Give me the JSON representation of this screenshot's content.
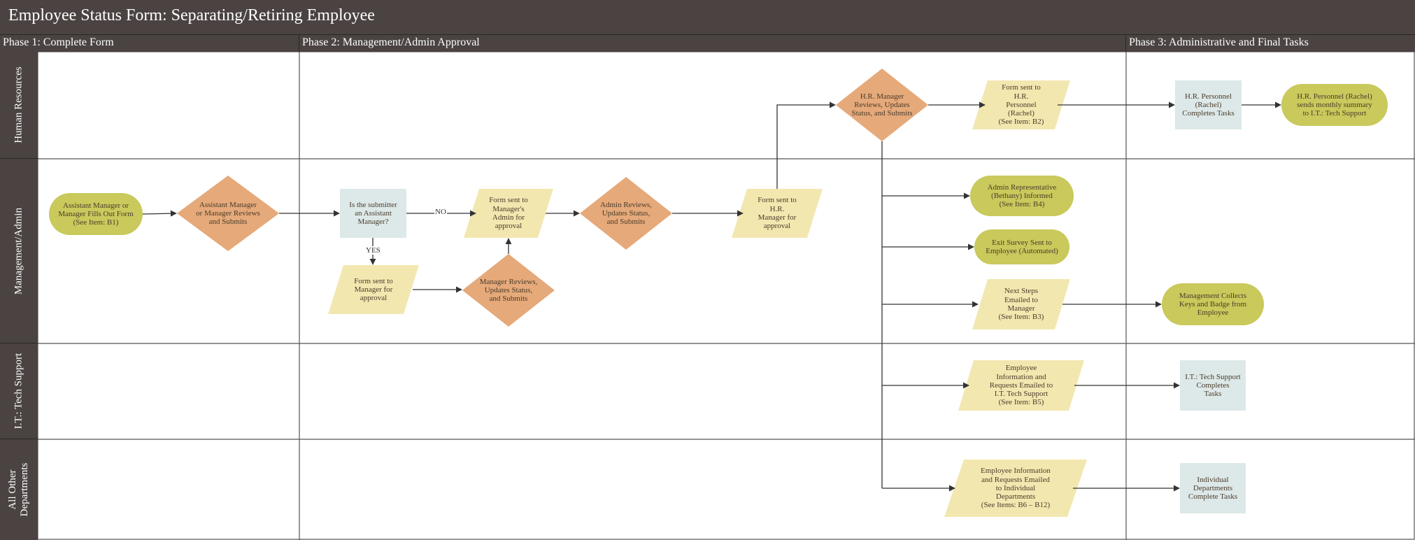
{
  "title": "Employee Status Form: Separating/Retiring Employee",
  "phases": [
    {
      "label": "Phase 1: Complete Form"
    },
    {
      "label": "Phase 2: Management/Admin Approval"
    },
    {
      "label": "Phase 3: Administrative and Final Tasks"
    }
  ],
  "lanes": [
    {
      "label": "Human Resources"
    },
    {
      "label": "Management/Admin"
    },
    {
      "label": "I.T.: Tech Support"
    },
    {
      "label": "All Other\nDepartments"
    }
  ],
  "colors": {
    "header": "#4a4342",
    "terminal": "#c9c95c",
    "decision": "#e5a97a",
    "document": "#f3e7b0",
    "process": "#dde8e8",
    "connector": "#333333"
  },
  "nodes": {
    "n1": "Assistant Manager or\nManager Fills Out Form\n(See Item: B1)",
    "n2": "Assistant Manager\nor Manager Reviews\nand Submits",
    "n3": "Is the submitter\nan Assistant\nManager?",
    "n4": "Form sent to\nManager's\nAdmin for\napproval",
    "n5": "Admin Reviews,\nUpdates Status,\nand Submits",
    "n6": "Form sent to\nH.R.\nManager for\napproval",
    "n7": "Form sent to\nManager for\napproval",
    "n8": "Manager Reviews,\nUpdates Status,\nand Submits",
    "n9": "H.R. Manager\nReviews, Updates\nStatus, and Submits",
    "n10": "Form sent to\nH.R.\nPersonnel\n(Rachel)\n(See Item: B2)",
    "n11": "H.R. Personnel\n(Rachel)\nCompletes Tasks",
    "n12": "H.R. Personnel (Rachel)\nsends monthly summary\nto I.T.: Tech Support",
    "n13": "Admin Representative\n(Bethany) Informed\n(See Item: B4)",
    "n14": "Exit Survey Sent to\nEmployee (Automated)",
    "n15": "Next Steps\nEmailed to\nManager\n(See Item: B3)",
    "n16": "Management Collects\nKeys and Badge from\nEmployee",
    "n17": "Employee\nInformation and\nRequests Emailed to\nI.T. Tech Support\n(See Item: B5)",
    "n18": "I.T.: Tech Support\nCompletes\nTasks",
    "n19": "Employee Information\nand Requests Emailed\nto Individual\nDepartments\n(See Items: B6 – B12)",
    "n20": "Individual\nDepartments\nComplete Tasks"
  },
  "edge_labels": {
    "no": "NO",
    "yes": "YES"
  }
}
